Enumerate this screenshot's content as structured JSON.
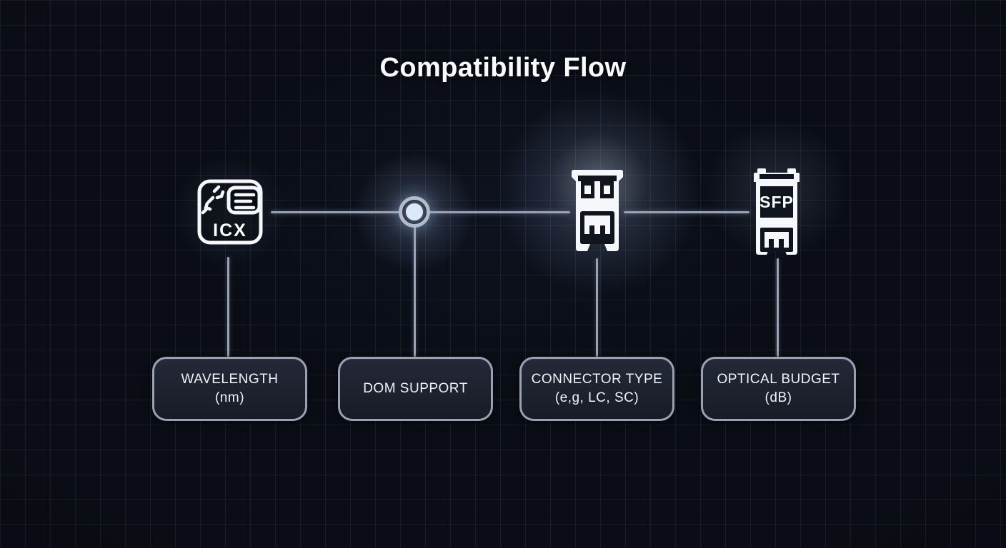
{
  "title": "Compatibility Flow",
  "diagram": {
    "nodes": [
      {
        "id": "icx-switch",
        "icon": "icx-switch-icon",
        "label": "ICX"
      },
      {
        "id": "dom-junction",
        "icon": "junction-dot"
      },
      {
        "id": "connector-module",
        "icon": "transceiver-connector-icon"
      },
      {
        "id": "sfp-module",
        "icon": "sfp-transceiver-icon",
        "label": "SFP"
      }
    ],
    "attributes": [
      {
        "line1": "WAVELENGTH",
        "line2": "(nm)"
      },
      {
        "line1": "DOM SUPPORT",
        "line2": ""
      },
      {
        "line1": "CONNECTOR TYPE",
        "line2": "(e,g, LC, SC)"
      },
      {
        "line1": "OPTICAL BUDGET",
        "line2": "(dB)"
      }
    ]
  },
  "colors": {
    "background": "#0a0d15",
    "grid_line": "rgba(140,160,200,0.10)",
    "connector_line": "#9aa3b4",
    "junction_ring": "#b0b8c5",
    "junction_dot": "#d9e9fb",
    "box_border": "#9aa2b2",
    "box_fill_top": "#242938",
    "box_fill_bottom": "#181c27",
    "label_text": "#f1f3f8",
    "icon_white": "#f5f7fa",
    "icon_dark": "#10141f"
  }
}
